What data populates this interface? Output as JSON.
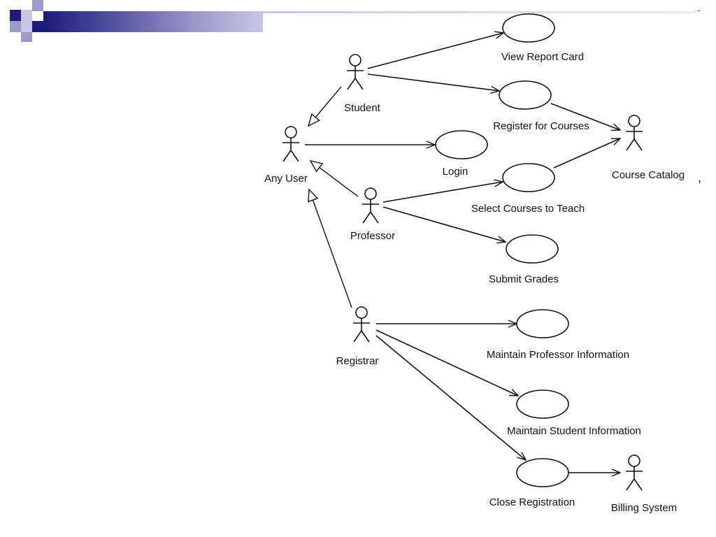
{
  "theme": {
    "navy": "#1c1c7a",
    "periwinkle": "#9a9acb",
    "lavender": "#c8c8e4",
    "ink": "#111111"
  },
  "decorations": {
    "stray_comma": ",",
    "stray_tick": "-"
  },
  "actors": [
    {
      "id": "student",
      "name": "Student"
    },
    {
      "id": "any-user",
      "name": "Any User"
    },
    {
      "id": "professor",
      "name": "Professor"
    },
    {
      "id": "registrar",
      "name": "Registrar"
    },
    {
      "id": "course-catalog",
      "name": "Course Catalog"
    },
    {
      "id": "billing-system",
      "name": "Billing System"
    }
  ],
  "use_cases": [
    {
      "id": "view-report-card",
      "name": "View Report Card"
    },
    {
      "id": "register-for-courses",
      "name": "Register for Courses"
    },
    {
      "id": "login",
      "name": "Login"
    },
    {
      "id": "select-courses-to-teach",
      "name": "Select Courses to Teach"
    },
    {
      "id": "submit-grades",
      "name": "Submit Grades"
    },
    {
      "id": "maintain-professor-information",
      "name": "Maintain Professor Information"
    },
    {
      "id": "maintain-student-information",
      "name": "Maintain Student Information"
    },
    {
      "id": "close-registration",
      "name": "Close Registration"
    }
  ],
  "associations": [
    {
      "from": "student",
      "to": "view-report-card"
    },
    {
      "from": "student",
      "to": "register-for-courses"
    },
    {
      "from": "any-user",
      "to": "login"
    },
    {
      "from": "register-for-courses",
      "to": "course-catalog"
    },
    {
      "from": "select-courses-to-teach",
      "to": "course-catalog"
    },
    {
      "from": "professor",
      "to": "select-courses-to-teach"
    },
    {
      "from": "professor",
      "to": "submit-grades"
    },
    {
      "from": "registrar",
      "to": "maintain-professor-information"
    },
    {
      "from": "registrar",
      "to": "maintain-student-information"
    },
    {
      "from": "registrar",
      "to": "close-registration"
    },
    {
      "from": "close-registration",
      "to": "billing-system"
    }
  ],
  "generalizations": [
    {
      "child": "student",
      "parent": "any-user"
    },
    {
      "child": "professor",
      "parent": "any-user"
    },
    {
      "child": "registrar",
      "parent": "any-user"
    }
  ]
}
